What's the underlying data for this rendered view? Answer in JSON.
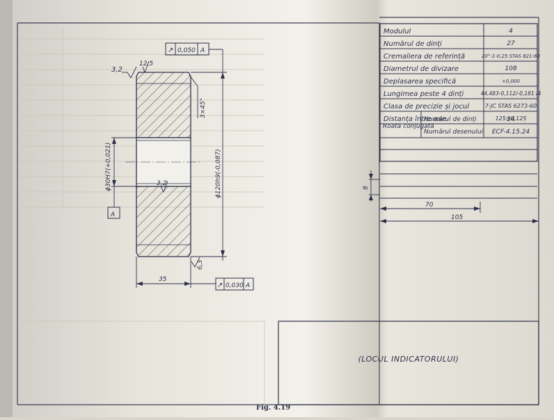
{
  "drawing": {
    "tolerance_top": {
      "symbol": "↗",
      "value": "0,050",
      "datum": "A"
    },
    "tolerance_bottom": {
      "symbol": "↗",
      "value": "0,030",
      "datum": "A"
    },
    "datum_label": "A",
    "roughness_left": "3,2",
    "roughness_top": "12,5",
    "roughness_mid": "3,2",
    "roughness_bottom": "6,3",
    "chamfer": "3×45°",
    "bore": "ϕ30H7(+0,021)",
    "outer_diameter": "ϕ120h9(-0,087)",
    "width": "35",
    "dim_8": "8",
    "dim_70": "70",
    "dim_105": "105"
  },
  "table": {
    "rows": [
      {
        "label": "Modulul",
        "value": "4"
      },
      {
        "label": "Numărul de dinți",
        "value": "27"
      },
      {
        "label": "Cremaliera de referință",
        "value": "20°-1-0,25 STAS 821-63"
      },
      {
        "label": "Diametrul de divizare",
        "value": "108"
      },
      {
        "label": "Deplasarea specifică",
        "value": "+0,000"
      },
      {
        "label": "Lungimea peste 4 dinți",
        "value": "44,483-0,112/-0,181 /4"
      },
      {
        "label": "Clasa de precizie și jocul",
        "value": "7-JC STAS 6273-60"
      },
      {
        "label": "Distanța între axe",
        "value": "125±0,125"
      }
    ],
    "conj_label": "Roata conjugată",
    "conj_rows": [
      {
        "label": "Numărul de dinți",
        "value": "34"
      },
      {
        "label": "Numărul desenului",
        "value": "ECF-4.15.24"
      }
    ]
  },
  "indicator": "(LOCUL INDICATORULUI)",
  "caption": "Fig. 4.19"
}
